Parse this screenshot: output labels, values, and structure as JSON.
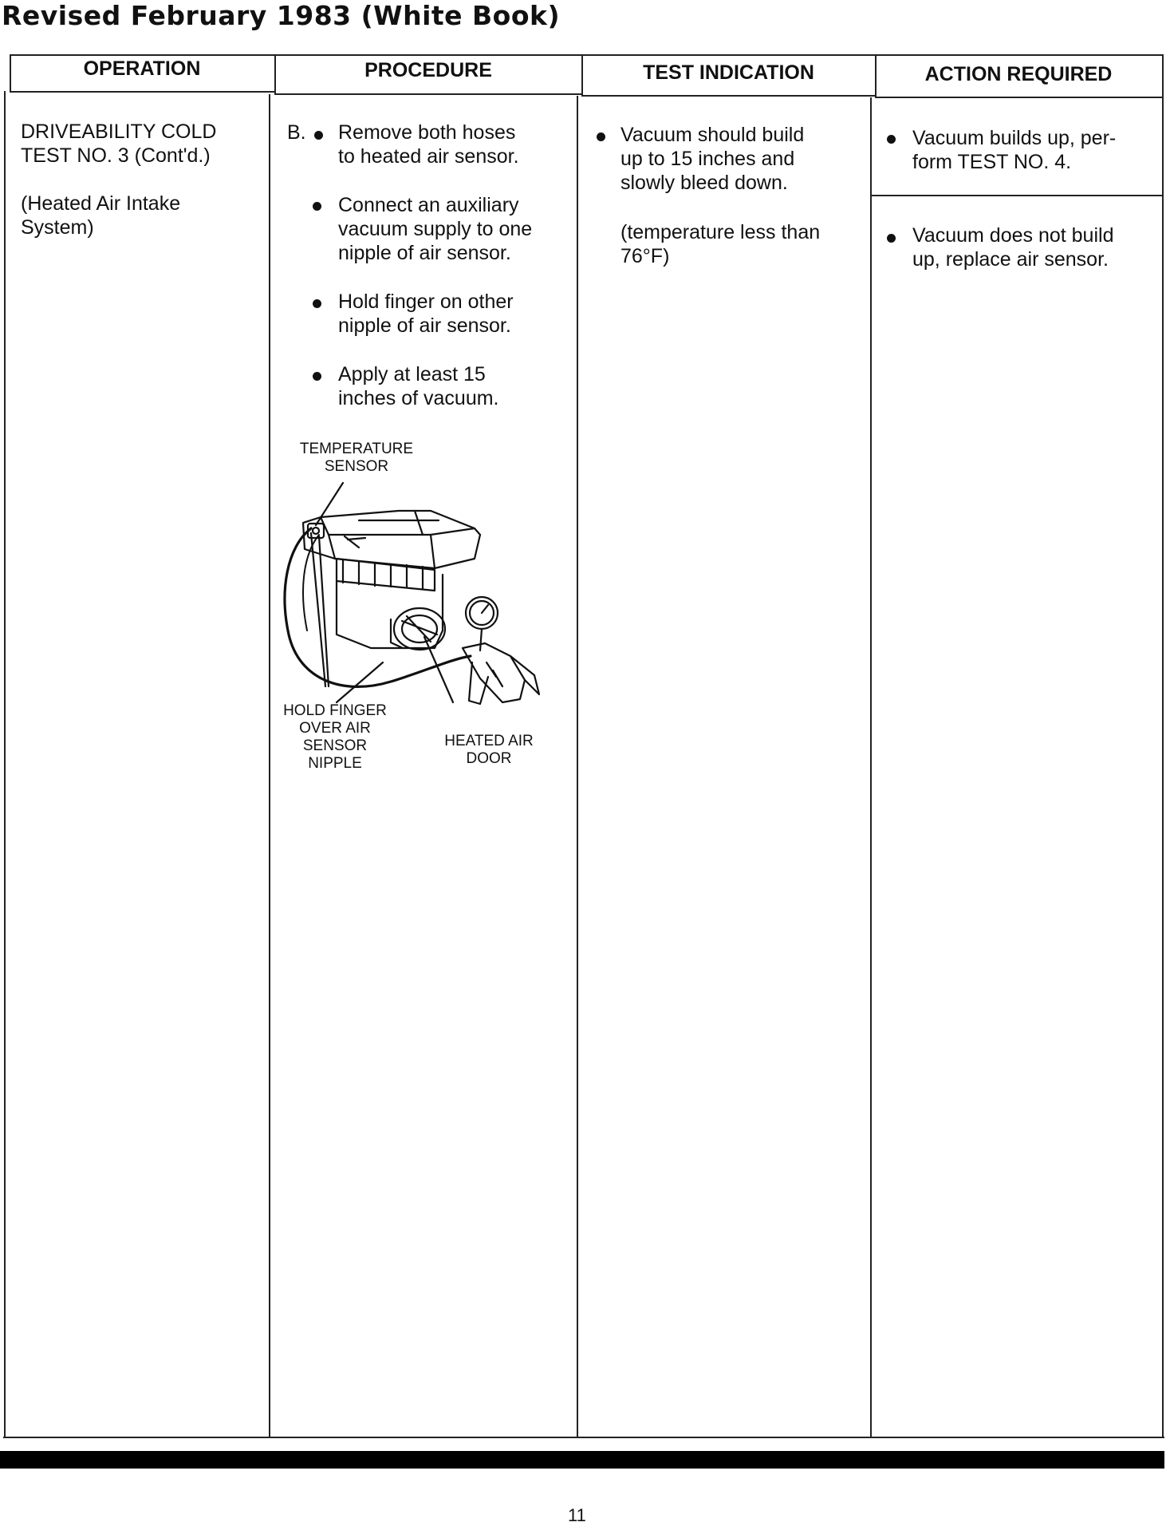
{
  "header": {
    "title": "Revised February 1983 (White Book)"
  },
  "table": {
    "columns": [
      "OPERATION",
      "PROCEDURE",
      "TEST INDICATION",
      "ACTION REQUIRED"
    ],
    "operation": {
      "line1": "DRIVEABILITY COLD",
      "line2": "TEST NO. 3 (Cont'd.)",
      "line3": "(Heated Air Intake",
      "line4": "System)"
    },
    "procedure": {
      "prefix": "B.",
      "steps": [
        {
          "l1": "Remove both hoses",
          "l2": "to heated air sensor."
        },
        {
          "l1": "Connect an auxiliary",
          "l2": "vacuum supply to one",
          "l3": "nipple of air sensor."
        },
        {
          "l1": "Hold finger on other",
          "l2": "nipple of air sensor."
        },
        {
          "l1": "Apply at least 15",
          "l2": "inches of vacuum."
        }
      ],
      "figure": {
        "label_temp_1": "TEMPERATURE",
        "label_temp_2": "SENSOR",
        "label_hold_1": "HOLD FINGER",
        "label_hold_2": "OVER AIR",
        "label_hold_3": "SENSOR",
        "label_hold_4": "NIPPLE",
        "label_door_1": "HEATED AIR",
        "label_door_2": "DOOR"
      }
    },
    "test_indication": {
      "l1": "Vacuum should build",
      "l2": "up to 15 inches and",
      "l3": "slowly bleed down.",
      "note1": "(temperature less than",
      "note2": "76°F)"
    },
    "action_required": {
      "a1_l1": "Vacuum builds up, per-",
      "a1_l2": "form TEST NO. 4.",
      "a2_l1": "Vacuum does not build",
      "a2_l2": "up, replace air sensor."
    }
  },
  "footer": {
    "page_number": "11"
  }
}
